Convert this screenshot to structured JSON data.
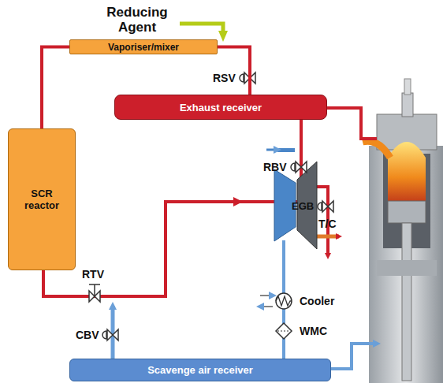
{
  "diagram": {
    "nodes": [
      {
        "text": [
          "Vaporiser/mixer"
        ]
      },
      {
        "text": [
          "Exhaust receiver"
        ]
      },
      {
        "text": [
          "SCR reactor"
        ]
      },
      {
        "text": [
          "Scavenge air receiver"
        ]
      }
    ],
    "edges": [
      {
        "from": 1,
        "to": 0,
        "arrow": "none"
      },
      {
        "from": 0,
        "to": 2,
        "arrow": "none"
      }
    ],
    "labels": [
      "Reducing Agent",
      "RSV",
      "RBV",
      "EGB",
      "T/C",
      "Cooler",
      "WMC",
      "RTV",
      "CBV"
    ]
  }
}
